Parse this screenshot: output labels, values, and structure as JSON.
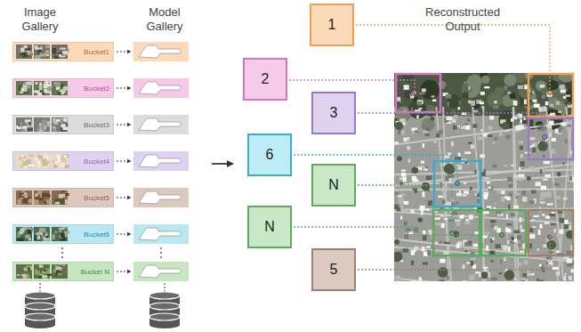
{
  "diagram": {
    "nodes": [
      {
        "text": [
          "Bucket1"
        ]
      },
      {
        "text": [
          "Bucket2"
        ]
      },
      {
        "text": [
          "Bucket3"
        ]
      },
      {
        "text": [
          "Bucket4"
        ]
      },
      {
        "text": [
          "Bucket5"
        ]
      },
      {
        "text": [
          "Bucket6"
        ]
      },
      {
        "text": [
          "Bucket N"
        ]
      },
      {
        "text": [
          "1"
        ]
      },
      {
        "text": [
          "2"
        ]
      },
      {
        "text": [
          "3"
        ]
      },
      {
        "text": [
          "6"
        ]
      },
      {
        "text": [
          "N"
        ]
      },
      {
        "text": [
          "N"
        ]
      },
      {
        "text": [
          "5"
        ]
      }
    ],
    "labels": [
      "Image Gallery",
      "Model Gallery",
      "Reconstructed Output"
    ]
  }
}
